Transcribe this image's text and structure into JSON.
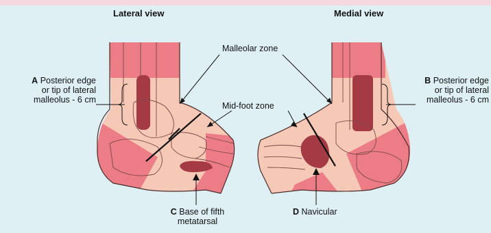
{
  "colors": {
    "background": "#dff0f4",
    "skin_light": "#f6c9b6",
    "zone_pink": "#ec7d86",
    "bone_dark": "#a43a44",
    "outline": "#4a2a2a"
  },
  "views": {
    "lateral": "Lateral view",
    "medial": "Medial view"
  },
  "zones": {
    "malleolar": "Malleolar zone",
    "midfoot": "Mid-foot zone"
  },
  "labels": {
    "a": {
      "letter": "A",
      "line1": "Posterior edge",
      "line2": "or tip of lateral",
      "line3": "malleolus - 6 cm"
    },
    "b": {
      "letter": "B",
      "line1": "Posterior edge",
      "line2": "or tip of lateral",
      "line3": "malleolus - 6 cm"
    },
    "c": {
      "letter": "C",
      "line1": "Base of fifth",
      "line2": "metatarsal"
    },
    "d": {
      "letter": "D",
      "line1": "Navicular"
    }
  }
}
